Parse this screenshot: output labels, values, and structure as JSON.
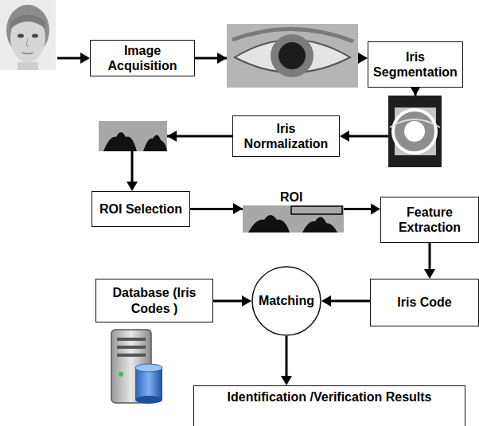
{
  "diagram": {
    "nodes": [
      {
        "text": [
          "Image Acquisition"
        ]
      },
      {
        "text": [
          "Iris Segmentation"
        ]
      },
      {
        "text": [
          "Iris Normalization"
        ]
      },
      {
        "text": [
          "ROI Selection"
        ]
      },
      {
        "text": [
          "Feature Extraction"
        ]
      },
      {
        "text": [
          "Database (Iris Codes )"
        ]
      },
      {
        "text": [
          "Matching"
        ]
      },
      {
        "text": [
          "Iris Code"
        ]
      },
      {
        "text": [
          "Identification /Verification Results"
        ]
      }
    ],
    "edges": [
      {
        "from": 0,
        "to": 1,
        "arrow": "to"
      },
      {
        "from": 1,
        "to": 2,
        "arrow": "to"
      },
      {
        "from": 2,
        "to": 3,
        "arrow": "to"
      },
      {
        "from": 3,
        "to": 4,
        "arrow": "to"
      },
      {
        "from": 4,
        "to": 7,
        "arrow": "to"
      },
      {
        "from": 7,
        "to": 6,
        "arrow": "to"
      },
      {
        "from": 5,
        "to": 6,
        "arrow": "to"
      },
      {
        "from": 6,
        "to": 8,
        "arrow": "to"
      }
    ],
    "labels": [
      "ROI"
    ]
  }
}
